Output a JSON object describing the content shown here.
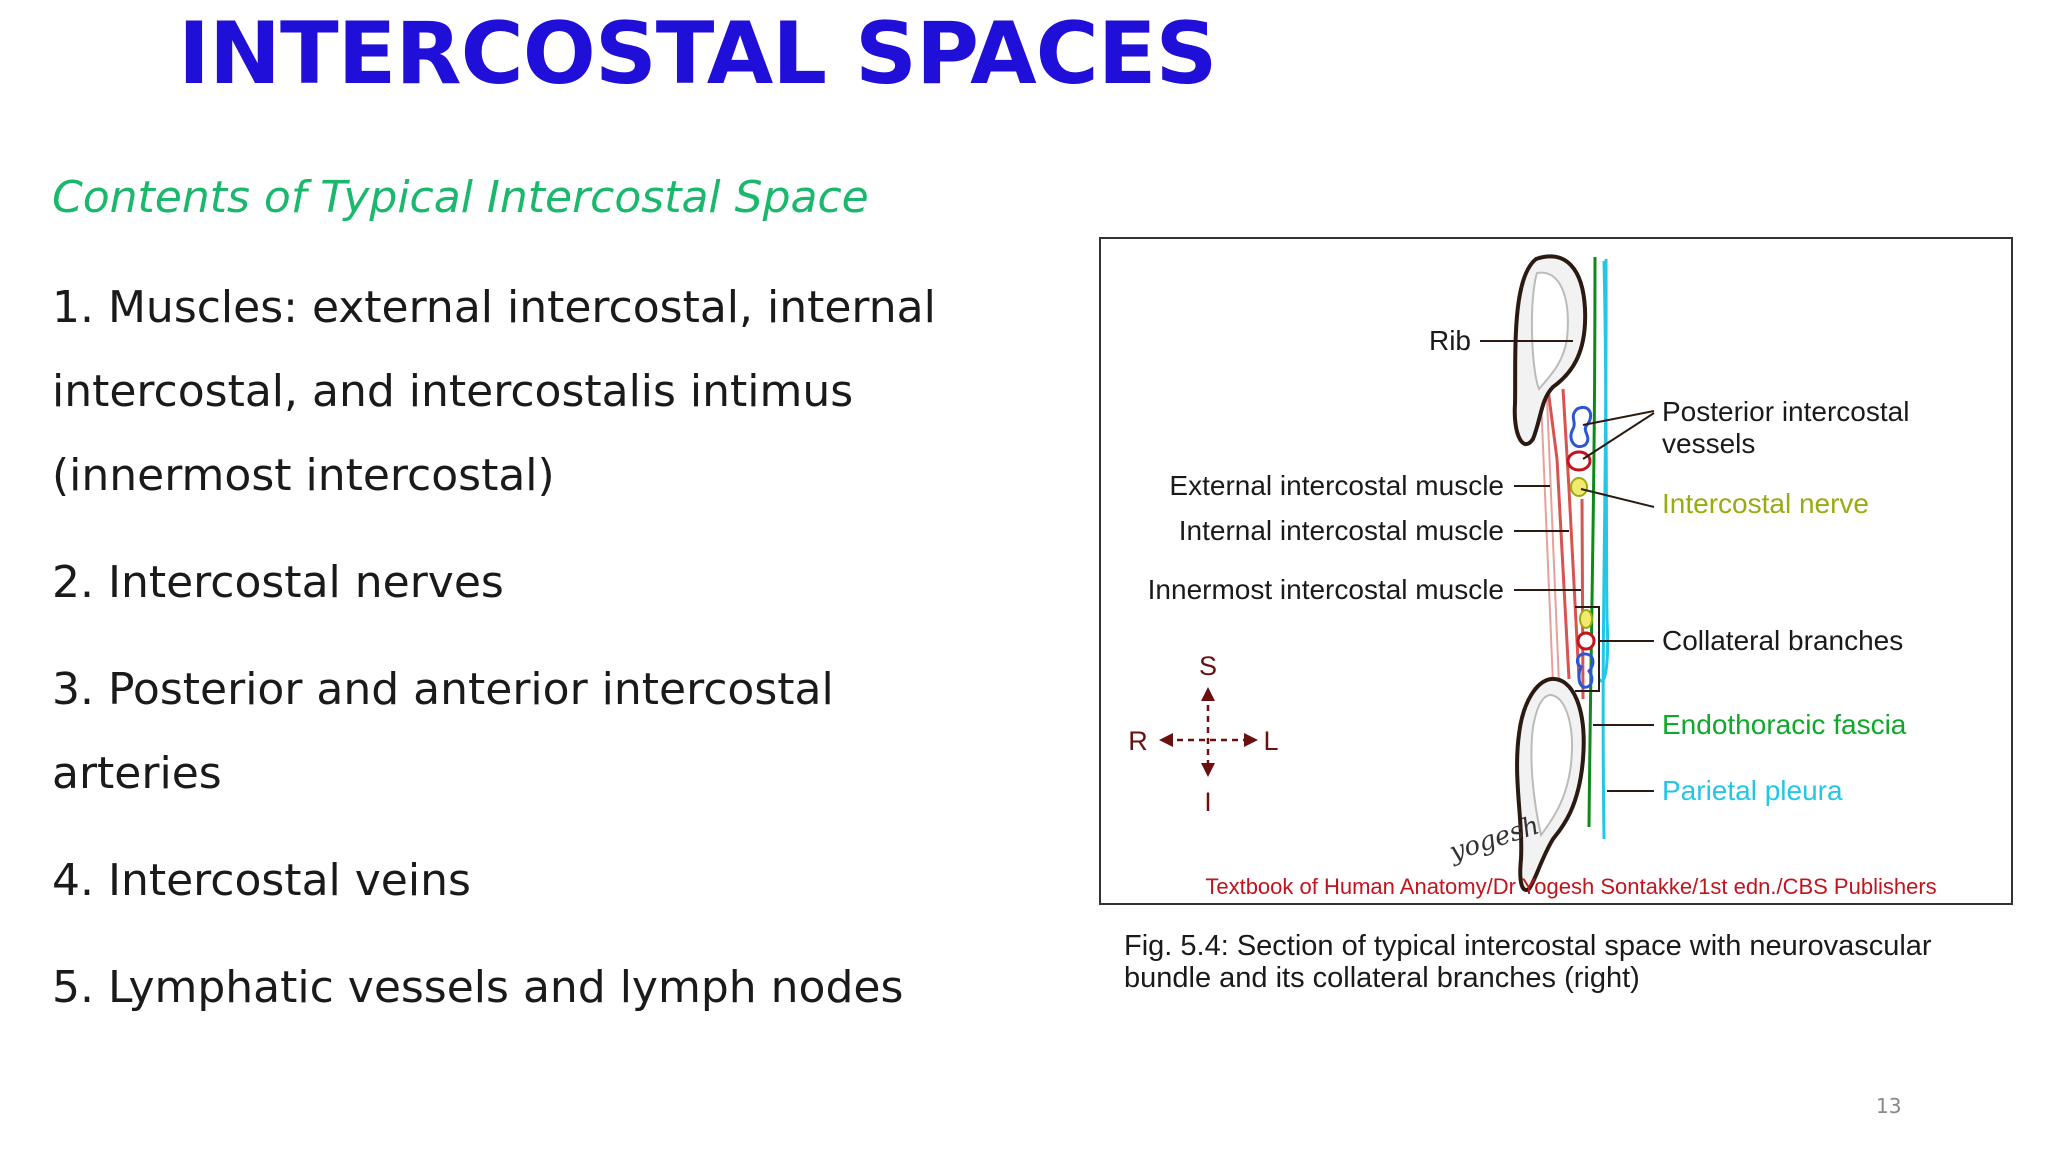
{
  "slide": {
    "title": "INTERCOSTAL SPACES",
    "subtitle": "Contents of Typical Intercostal Space",
    "items": [
      {
        "line1": "1. Muscles: external intercostal, internal",
        "line2": "intercostal, and intercostalis intimus",
        "line3": "(innermost intercostal)"
      },
      {
        "line1": "2. Intercostal nerves"
      },
      {
        "line1": "3. Posterior and anterior intercostal",
        "line2": "arteries"
      },
      {
        "line1": "4. Intercostal veins"
      },
      {
        "line1": "5. Lymphatic vessels and lymph nodes"
      }
    ],
    "page_number": "13"
  },
  "figure": {
    "labels": {
      "rib": "Rib",
      "posterior_vessels_1": "Posterior intercostal",
      "posterior_vessels_2": "vessels",
      "intercostal_nerve": "Intercostal nerve",
      "external_muscle": "External intercostal muscle",
      "internal_muscle": "Internal intercostal muscle",
      "innermost_muscle": "Innermost intercostal muscle",
      "collateral_branches": "Collateral branches",
      "endothoracic_fascia": "Endothoracic fascia",
      "parietal_pleura": "Parietal pleura",
      "dir_s": "S",
      "dir_r": "R",
      "dir_l": "L",
      "dir_i": "I",
      "signature": "yogesh",
      "source": "Textbook of Human Anatomy/Dr Yogesh Sontakke/1st edn./CBS Publishers"
    },
    "caption_line1": "Fig. 5.4: Section of typical intercostal space with neurovascular",
    "caption_line2": "bundle and its collateral branches (right)",
    "colors": {
      "title": "#1f0fd8",
      "subtitle": "#19b86c",
      "nerve_label": "#9aaa12",
      "fascia": "#0d8a1a",
      "pleura": "#22c7e8",
      "source": "#c0141e",
      "compass": "#6b1010",
      "muscle": "#d9534f"
    }
  }
}
